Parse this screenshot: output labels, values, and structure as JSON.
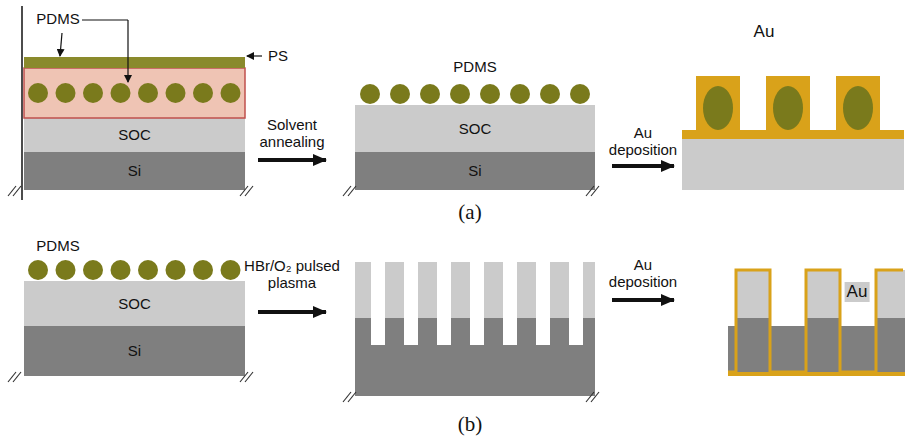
{
  "diagram": {
    "nodes": [
      {
        "text": [
          "SOC"
        ]
      },
      {
        "text": [
          "Si"
        ]
      },
      {
        "text": [
          "SOC"
        ]
      },
      {
        "text": [
          "Si"
        ]
      },
      {
        "text": [
          "SOC"
        ]
      },
      {
        "text": [
          "Si"
        ]
      }
    ],
    "labels": [
      "PDMS",
      "PS",
      "Solvent annealing",
      "PDMS",
      "Au deposition",
      "Au",
      "(a)",
      "PDMS",
      "HBr/O₂ pulsed plasma",
      "Au deposition",
      "Au",
      "(b)"
    ]
  }
}
